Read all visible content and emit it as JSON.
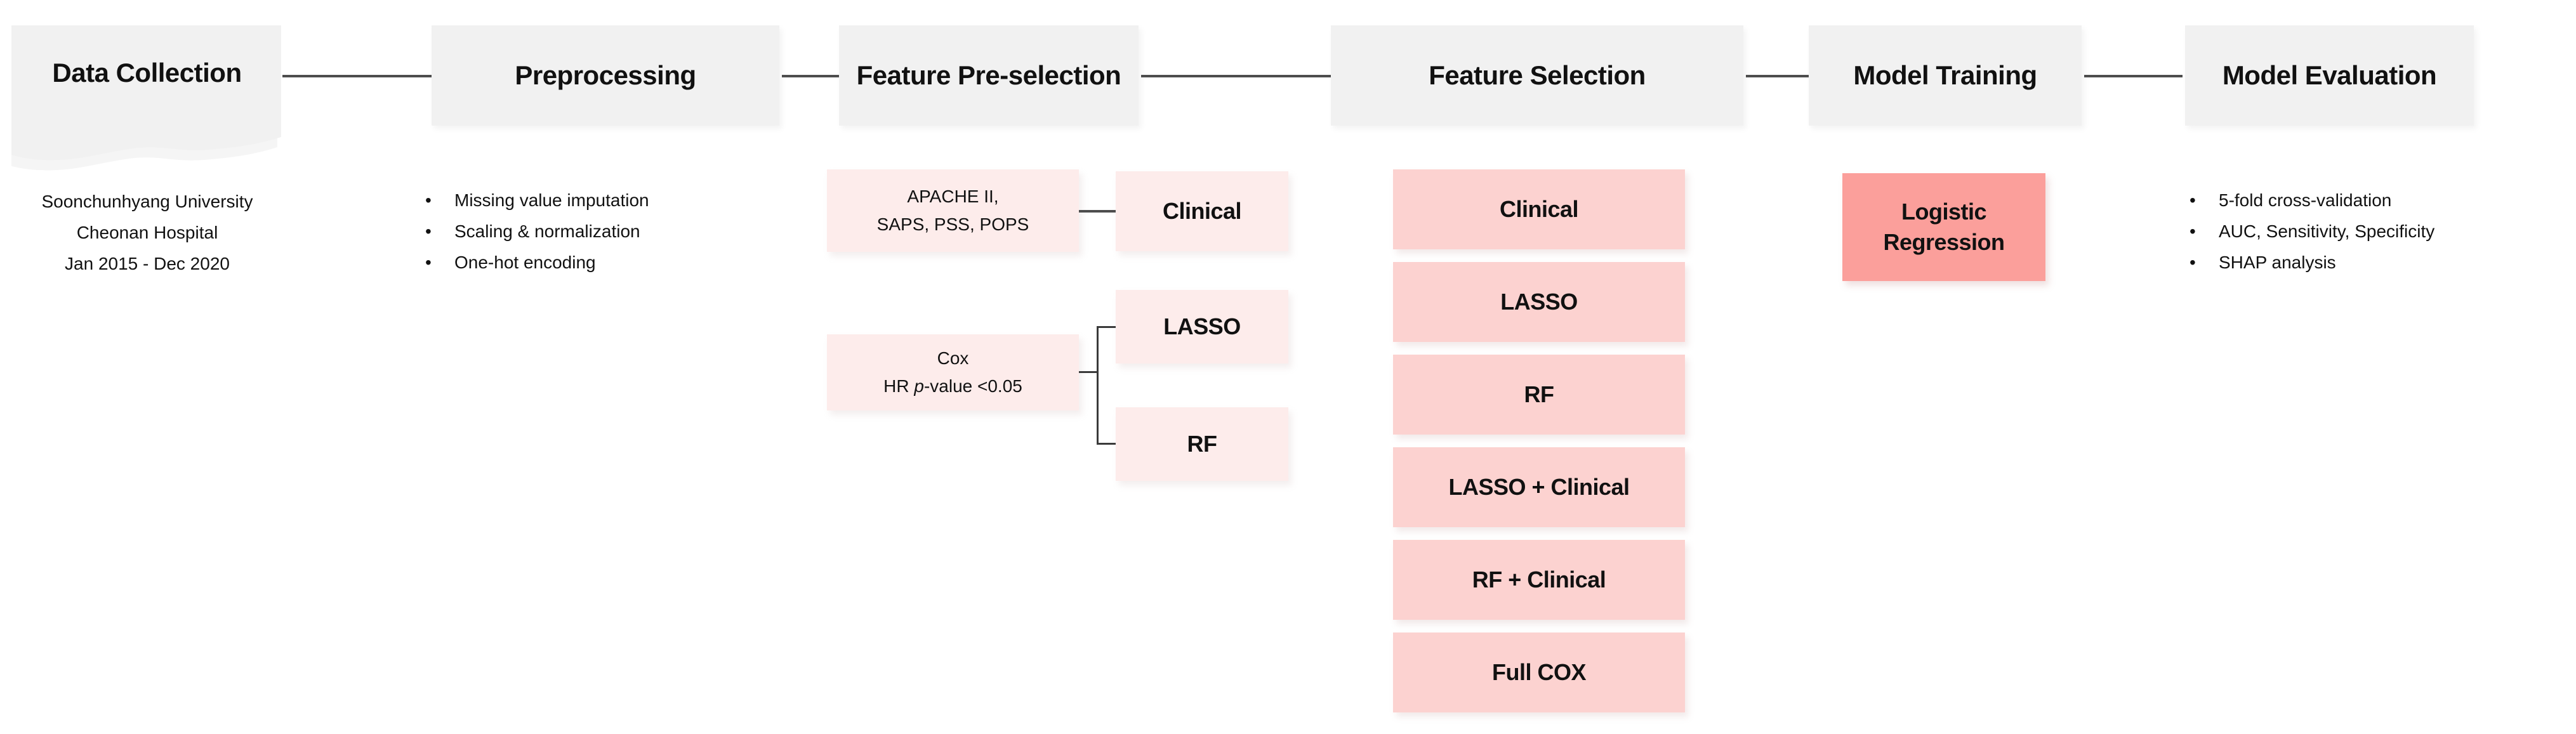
{
  "palette": {
    "header_bg": "#f1f1f1",
    "light_pink": "#fdeceb",
    "pink": "#fcd2d0",
    "salmon": "#fb9f9b",
    "connector_line": "#4d4d4d",
    "bracket_line": "#3a3a3a",
    "text": "#111111"
  },
  "ui": {
    "bullet": "•"
  },
  "stages": [
    {
      "label": "Data Collection"
    },
    {
      "label": "Preprocessing"
    },
    {
      "label": "Feature Pre-selection"
    },
    {
      "label": "Feature Selection"
    },
    {
      "label": "Model Training"
    },
    {
      "label": "Model Evaluation"
    }
  ],
  "data_collection": {
    "lines": [
      "Soonchunhyang University",
      "Cheonan Hospital",
      "Jan 2015 - Dec 2020"
    ]
  },
  "preprocessing": {
    "bullets": [
      "Missing value imputation",
      "Scaling & normalization",
      "One-hot encoding"
    ]
  },
  "feature_preselection": {
    "apache": {
      "line1": "APACHE II,",
      "line2": "SAPS, PSS, POPS"
    },
    "clinical": "Clinical",
    "cox": {
      "line1": "Cox",
      "hr_prefix": "HR ",
      "p_italic": "p",
      "value_suffix": "-value <0.05"
    },
    "lasso": "LASSO",
    "rf": "RF"
  },
  "feature_selection": {
    "items": [
      "Clinical",
      "LASSO",
      "RF",
      "LASSO + Clinical",
      "RF + Clinical",
      "Full COX"
    ]
  },
  "model_training": {
    "line1": "Logistic",
    "line2": "Regression"
  },
  "model_evaluation": {
    "bullets": [
      "5-fold cross-validation",
      "AUC, Sensitivity, Specificity",
      "SHAP analysis"
    ]
  }
}
